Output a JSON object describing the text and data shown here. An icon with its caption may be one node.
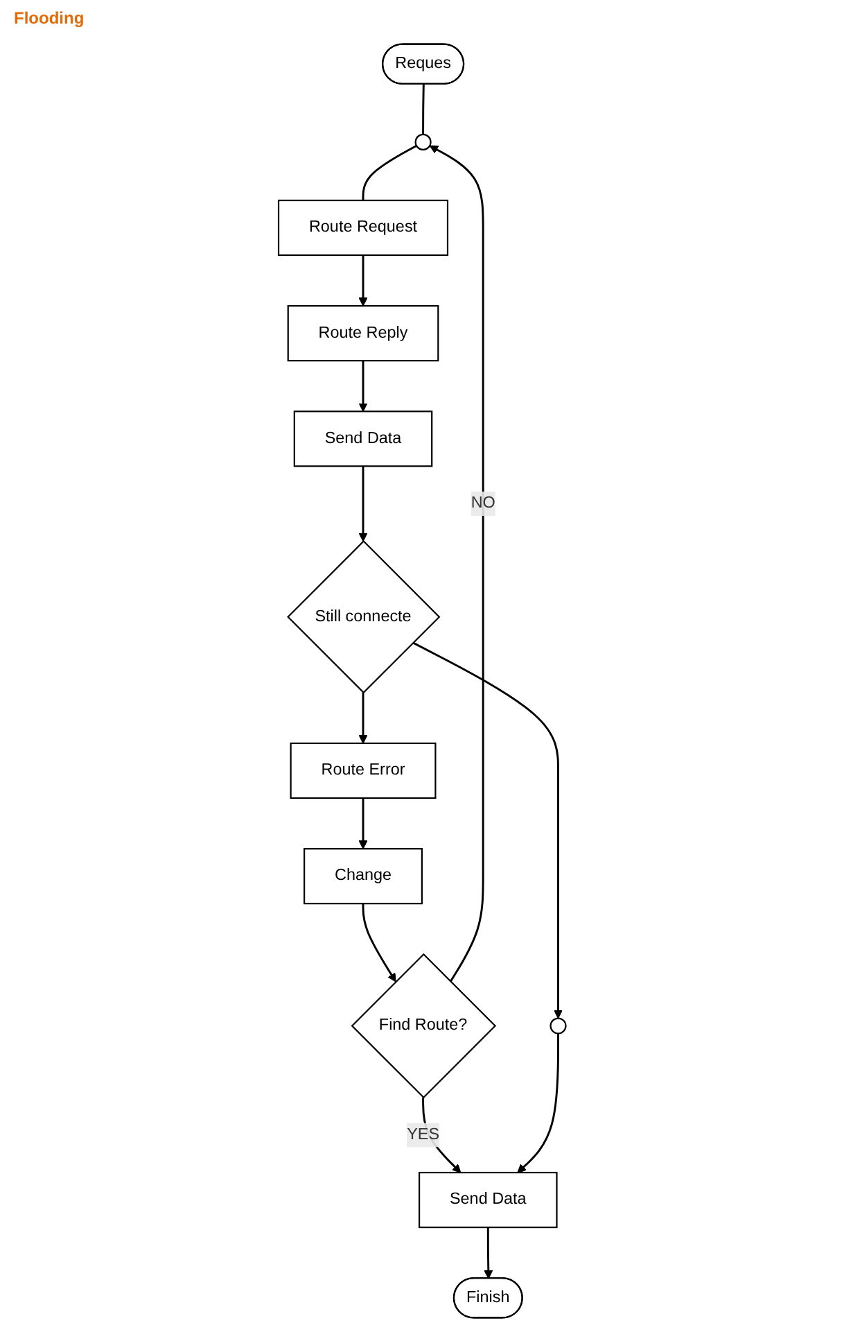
{
  "diagram": {
    "nodes": [
      {
        "text": [
          "Reques"
        ]
      },
      {
        "text": [],
        "shape": "circle"
      },
      {
        "text": [
          "Route Request"
        ]
      },
      {
        "text": [
          "Route Reply"
        ]
      },
      {
        "text": [
          "Send Data"
        ]
      },
      {
        "text": [
          "Still connecte"
        ]
      },
      {
        "text": [
          "Route Error"
        ]
      },
      {
        "text": [
          "Change"
        ]
      },
      {
        "text": [
          "Find Route?"
        ]
      },
      {
        "text": [],
        "shape": "circle"
      },
      {
        "text": [
          "Send Data"
        ]
      },
      {
        "text": [
          "Finish"
        ]
      }
    ],
    "edges": [
      {
        "from": 0,
        "to": 1,
        "arrow": "none"
      },
      {
        "from": 1,
        "to": 2,
        "arrow": "none"
      },
      {
        "from": 2,
        "to": 3,
        "arrow": "to"
      },
      {
        "from": 3,
        "to": 4,
        "arrow": "to"
      },
      {
        "from": 4,
        "to": 5,
        "arrow": "to"
      },
      {
        "from": 5,
        "to": 6,
        "arrow": "to"
      },
      {
        "from": 5,
        "to": 9,
        "arrow": "to"
      },
      {
        "from": 6,
        "to": 7,
        "arrow": "to"
      },
      {
        "from": 7,
        "to": 8,
        "arrow": "to"
      },
      {
        "from": 8,
        "to": 1,
        "label": "NO",
        "arrow": "to"
      },
      {
        "from": 8,
        "to": 10,
        "label": "YES",
        "arrow": "to"
      },
      {
        "from": 9,
        "to": 10,
        "arrow": "to"
      },
      {
        "from": 10,
        "to": 11,
        "arrow": "to"
      }
    ],
    "labels": [
      "Flooding"
    ]
  }
}
